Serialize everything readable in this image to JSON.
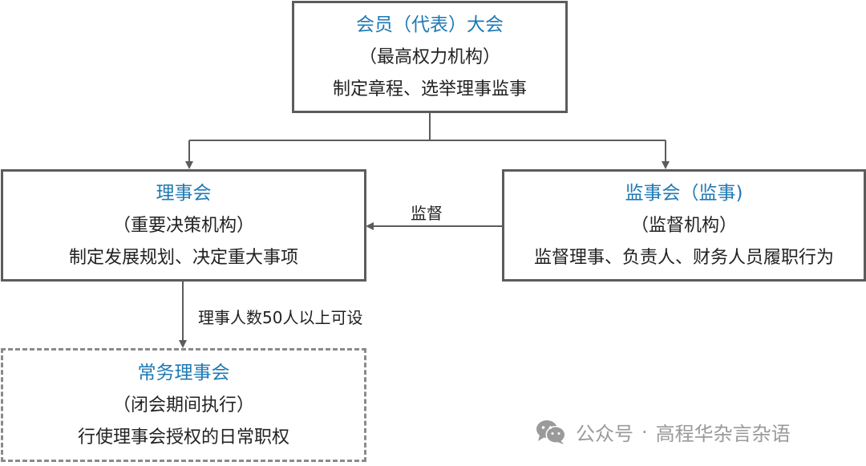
{
  "nodes": {
    "assembly": {
      "title": "会员（代表）大会",
      "sub": "（最高权力机构）",
      "desc": "制定章程、选举理事监事"
    },
    "council": {
      "title": "理事会",
      "sub": "（重要决策机构）",
      "desc": "制定发展规划、决定重大事项"
    },
    "supervisory": {
      "title": "监事会（监事)",
      "sub": "（监督机构）",
      "desc": "监督理事、负责人、财务人员履职行为"
    },
    "standing": {
      "title": "常务理事会",
      "sub": "（闭会期间执行）",
      "desc": "行使理事会授权的日常职权"
    }
  },
  "edges": {
    "supervise_label": "监督",
    "standing_condition": "理事人数50人以上可设"
  },
  "watermark": {
    "account_label": "公众号",
    "separator": "·",
    "account_name": "高程华杂言杂语"
  }
}
